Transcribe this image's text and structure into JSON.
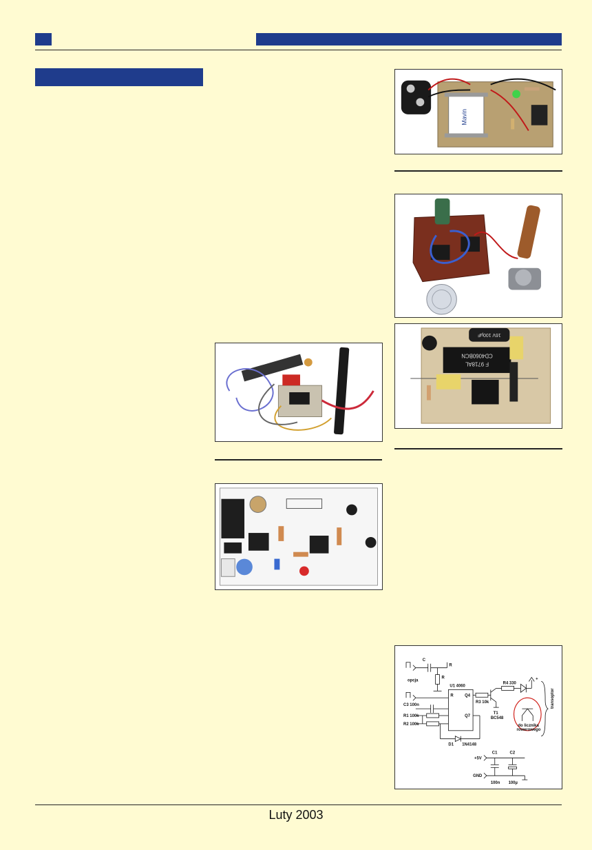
{
  "footer": {
    "date": "Luty 2003"
  },
  "schematic": {
    "c_label": "C",
    "r_label": "R",
    "opcja": "opcja",
    "ic_name": "U1 4060",
    "pin_r": "R",
    "pin_q4": "Q4",
    "pin_q7": "Q7",
    "r3": "R3 10k",
    "r4": "R4 330",
    "c3": "C3 100n",
    "r1": "R1 100k",
    "r2": "R2 100k",
    "t1": "T1",
    "t1_type": "BC548",
    "d1": "D1",
    "d1_type": "1N4148",
    "plus": "+",
    "transoptor": "transoptor",
    "licznik_line1": "do licznika",
    "licznik_line2": "rowerowego",
    "vcc": "+5V",
    "gnd": "GND",
    "c1": "C1",
    "c1_val": "100n",
    "c2": "C2",
    "c2_val": "100µ"
  },
  "photos": {
    "top_right_label": "Mavin",
    "ic_mark_1": "CD4060BCN",
    "ic_mark_2": "F 9718AL",
    "cap_mark": "16V 100µF"
  },
  "colors": {
    "header_bar": "#1f3c8c",
    "page_bg": "#fffbd2",
    "ring": "#d0201a"
  }
}
